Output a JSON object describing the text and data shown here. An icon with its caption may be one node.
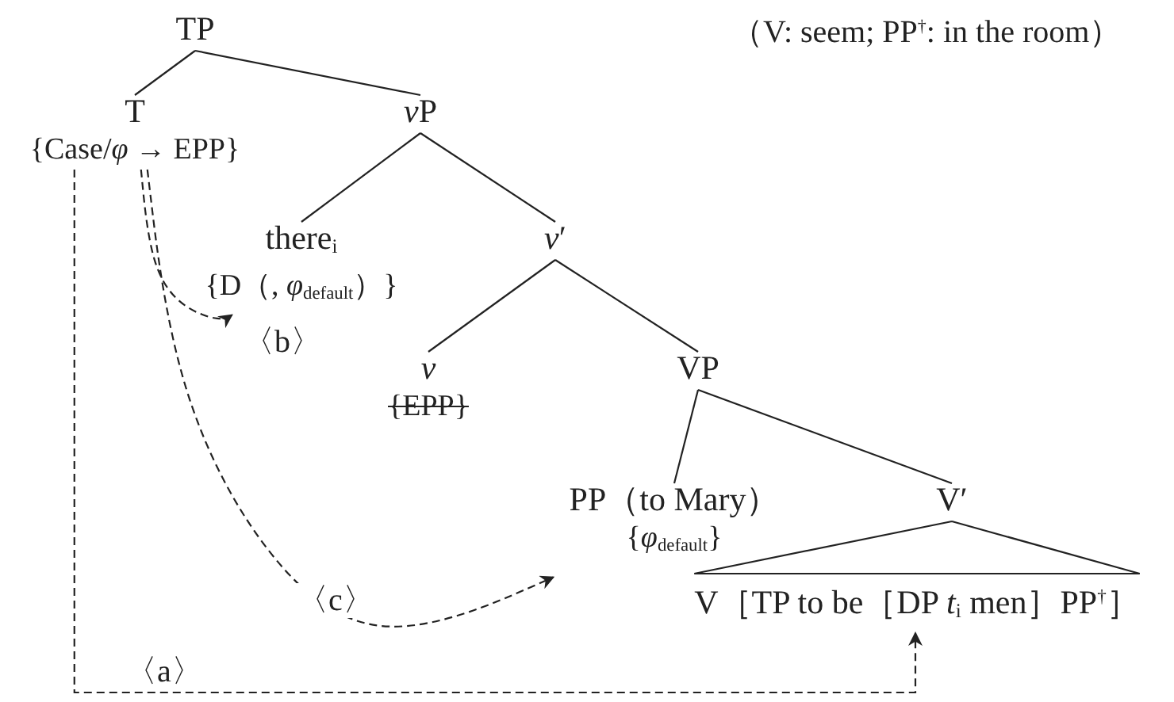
{
  "diagram": {
    "nodes": [
      {
        "text": [
          "TP"
        ]
      },
      {
        "text": [
          "T",
          "{Case/*φ* → EPP}"
        ]
      },
      {
        "text": [
          "vP"
        ]
      },
      {
        "text": [
          "there$_{i}$",
          "{D（, *φ*$_{default}$）}"
        ]
      },
      {
        "text": [
          "*v*′"
        ]
      },
      {
        "text": [
          "v",
          "{EPP}"
        ]
      },
      {
        "text": [
          "VP"
        ]
      },
      {
        "text": [
          "PP（to Mary）",
          "{*φ*$_{default}$}"
        ]
      },
      {
        "text": [
          "V′"
        ]
      },
      {
        "text": [
          "V［TP to be［DP *t*$_{i}$ men］PP$^{†}$］"
        ]
      }
    ],
    "edges": [
      {
        "from": 0,
        "to": 1,
        "arrow": "none"
      },
      {
        "from": 0,
        "to": 2,
        "arrow": "none"
      },
      {
        "from": 2,
        "to": 3,
        "arrow": "none"
      },
      {
        "from": 2,
        "to": 4,
        "arrow": "none"
      },
      {
        "from": 4,
        "to": 5,
        "arrow": "none"
      },
      {
        "from": 4,
        "to": 6,
        "arrow": "none"
      },
      {
        "from": 6,
        "to": 7,
        "arrow": "none"
      },
      {
        "from": 6,
        "to": 8,
        "arrow": "none"
      },
      {
        "from": 8,
        "to": 9,
        "arrow": "none"
      },
      {
        "from": 1,
        "to": 3,
        "arrow": "to",
        "label": "〈b〉",
        "style": "dashed"
      },
      {
        "from": 1,
        "to": 7,
        "arrow": "to",
        "label": "〈c〉",
        "style": "dashed"
      },
      {
        "from": 1,
        "to": 9,
        "arrow": "to",
        "label": "〈a〉",
        "style": "dashed"
      }
    ],
    "labels": [
      "（V: seem; PP$^{†}$: in the room）"
    ]
  }
}
